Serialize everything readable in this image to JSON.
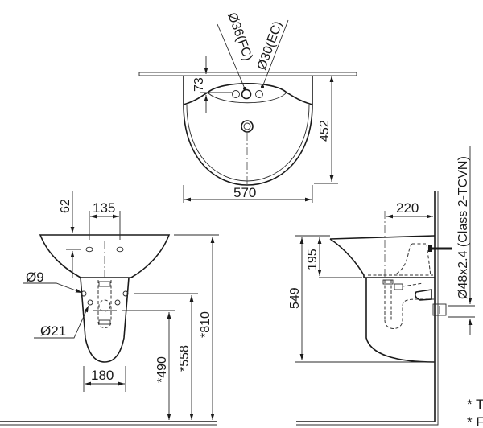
{
  "drawing": {
    "subject": "Wall-hung washbasin with semi-pedestal — dimension drawing",
    "units": "mm",
    "top_view": {
      "dim_width": "570",
      "dim_depth": "452",
      "dim_rim_to_hole": "73",
      "label_faucet_hole": "Ø36(FC)",
      "label_overflow_hole": "Ø30(EC)"
    },
    "front_view": {
      "dim_hole_spacing": "135",
      "dim_top_to_hole": "62",
      "dim_pedestal_width": "180",
      "label_small_hole": "Ø9",
      "label_bolt_hole": "Ø21",
      "dim_height_490": "*490",
      "dim_height_558": "*558",
      "dim_height_810": "*810"
    },
    "side_view": {
      "dim_projection_220": "220",
      "dim_bowl_depth_195": "195",
      "dim_total_height_549": "549",
      "label_drain_pipe": "Ø48x2.4 (Class 2-TCVN)"
    },
    "notes": [
      "* T",
      "* F"
    ]
  }
}
